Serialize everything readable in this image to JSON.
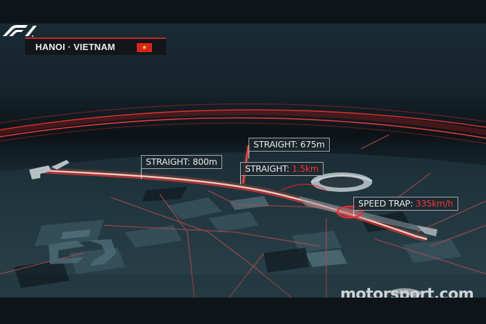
{
  "header": {
    "location": "HANOI · VIETNAM",
    "flag": {
      "country": "Vietnam",
      "background": "#d8231f",
      "star": "★",
      "star_color": "#f5d524"
    }
  },
  "map": {
    "labels": [
      {
        "id": "straight-800",
        "prefix": "STRAIGHT: ",
        "value": "800m",
        "value_highlight": false
      },
      {
        "id": "straight-675",
        "prefix": "STRAIGHT: ",
        "value": "675m",
        "value_highlight": false
      },
      {
        "id": "straight-1500",
        "prefix": "STRAIGHT: ",
        "value": "1.5km",
        "value_highlight": true
      },
      {
        "id": "speed-trap",
        "prefix": "SPEED TRAP: ",
        "value": "335km/h",
        "value_highlight": true
      }
    ],
    "accent_color": "#e8282e"
  },
  "branding": {
    "f1_logo": "F1",
    "watermark": "motorsport.com"
  }
}
